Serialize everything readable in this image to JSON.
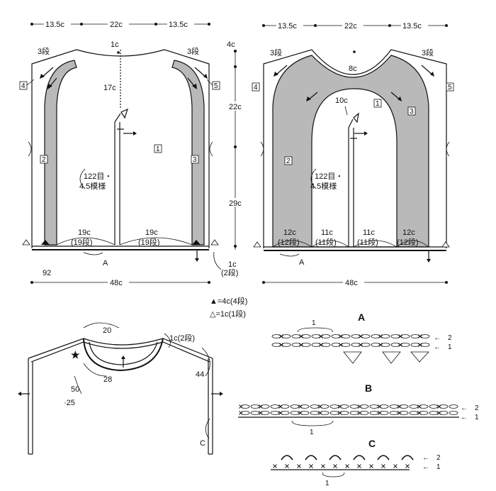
{
  "back": {
    "dims_top": [
      "13.5c",
      "22c",
      "13.5c"
    ],
    "neck_center": "1c",
    "shoulder_rows": "3段",
    "marker_4": "4",
    "marker_5": "5",
    "marker_1": "1",
    "marker_2": "2",
    "marker_3": "3",
    "center_depth": "17c",
    "stitch_note_1": "122目・",
    "stitch_note_2": "4.5模様",
    "bottom_left": "19c",
    "bottom_left_rows": "(19段)",
    "bottom_right": "19c",
    "bottom_right_rows": "(19段)",
    "label_a": "A",
    "num_92": "92",
    "width": "48c"
  },
  "vertical_dims": {
    "top": "4c",
    "mid": "22c",
    "low": "29c",
    "hem": "1c",
    "hem_rows": "(2段)"
  },
  "front": {
    "dims_top": [
      "13.5c",
      "22c",
      "13.5c"
    ],
    "shoulder_rows": "3段",
    "neck_depth": "8c",
    "inner_neck": "10c",
    "marker_4": "4",
    "marker_5": "5",
    "marker_1": "1",
    "marker_2": "2",
    "marker_3": "3",
    "stitch_note_1": "122目・",
    "stitch_note_2": "4.5模様",
    "bottom": [
      {
        "w": "12c",
        "r": "(12段)"
      },
      {
        "w": "11c",
        "r": "(11段)"
      },
      {
        "w": "11c",
        "r": "(11段)"
      },
      {
        "w": "12c",
        "r": "(12段)"
      }
    ],
    "label_a": "A",
    "width": "48c"
  },
  "legend": {
    "filled": "▲=4c(4段)",
    "open": "△=1c(1段)"
  },
  "assembly": {
    "num_20": "20",
    "shoulder": "1c(2段)",
    "num_28": "28",
    "num_50": "50",
    "num_25": "·25",
    "num_44": "44",
    "label_c": "C"
  },
  "charts": {
    "a_title": "A",
    "a_repeat": "1",
    "a_row2": "2",
    "a_row1": "1",
    "b_title": "B",
    "b_repeat": "1",
    "b_row2": "2",
    "b_row1": "1",
    "c_title": "C",
    "c_repeat": "1",
    "c_row2": "2",
    "c_row1": "1"
  }
}
